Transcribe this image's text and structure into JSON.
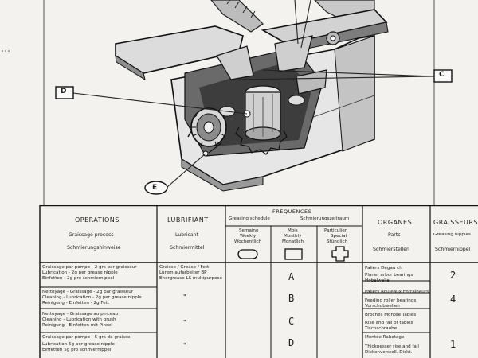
{
  "callouts": {
    "c": "C",
    "d": "D",
    "e": "E"
  },
  "table": {
    "operations": {
      "title": "OPERATIONS",
      "fr": "Graissage process",
      "de": "Schmierungshinweise"
    },
    "lubrifiant": {
      "title": "LUBRIFIANT",
      "fr": "Lubricant",
      "de": "Schmiermittel"
    },
    "frequences": {
      "title": "FREQUENCES",
      "line1_left": "Greasing schedule",
      "line1_right": "Schmierungszeitraum",
      "col1": [
        "Semaine",
        "Weekly",
        "Wochentlich"
      ],
      "col2": [
        "Mois",
        "Monthly",
        "Monatlich"
      ],
      "col3": [
        "Particulier",
        "Special",
        "Stündlich"
      ]
    },
    "organes": {
      "title": "ORGANES",
      "fr": "Parts",
      "de": "Schmierstellen"
    },
    "graisseurs": {
      "title": "GRAISSEURS",
      "fr": "Greasing nipples",
      "de": "Schmiernippel"
    },
    "rows": [
      {
        "ops": [
          "Graissage par pompe - 2 grs par graisseur",
          "Lubrication - 2g per grease nipple",
          "Einfetten - 2g pro schmiernippel"
        ],
        "lub": [
          "Graisse / Grease / Fett",
          "Lurem aufarbeiter BP",
          "Energrease LS multipurpose"
        ],
        "freq": "A",
        "organes": [
          "Paliers Dégau ch",
          "Planer arbor bearings",
          "Hobelwelle"
        ],
        "nipple": "2"
      },
      {
        "ops": [
          "Nettoyage - Graissage - 2g par graisseur",
          "Cleaning - Lubrication - 2g per grease nipple",
          "Reinigung - Einfetten - 2g Fett"
        ],
        "lub": [
          "\""
        ],
        "freq": "B",
        "organes": [
          "Paliers Rouleaux Entraîneurs",
          "Feeding roller bearings",
          "Vorschubwellen"
        ],
        "nipple": "4"
      },
      {
        "ops": [
          "Nettoyage - Graissage au pinceau",
          "Cleaning - Lubrication with brush",
          "Reinigung - Einfetten mit Pinsel"
        ],
        "lub": [
          "\""
        ],
        "freq": "C",
        "organes": [
          "Broches Montée Tables",
          "Rise and fall of tables",
          "Tischschraube"
        ],
        "nipple": ""
      },
      {
        "ops": [
          "Graissage par pompe - 5 grs de graisse",
          "Lubrication 5g per grease nipple",
          "Einfetten 5g pro schmiernippel"
        ],
        "lub": [
          "\""
        ],
        "freq": "D",
        "organes": [
          "Montée Rabotage",
          "Thicknesser rise and fall",
          "Dickenverstell. Dickt."
        ],
        "nipple": "1"
      }
    ]
  }
}
